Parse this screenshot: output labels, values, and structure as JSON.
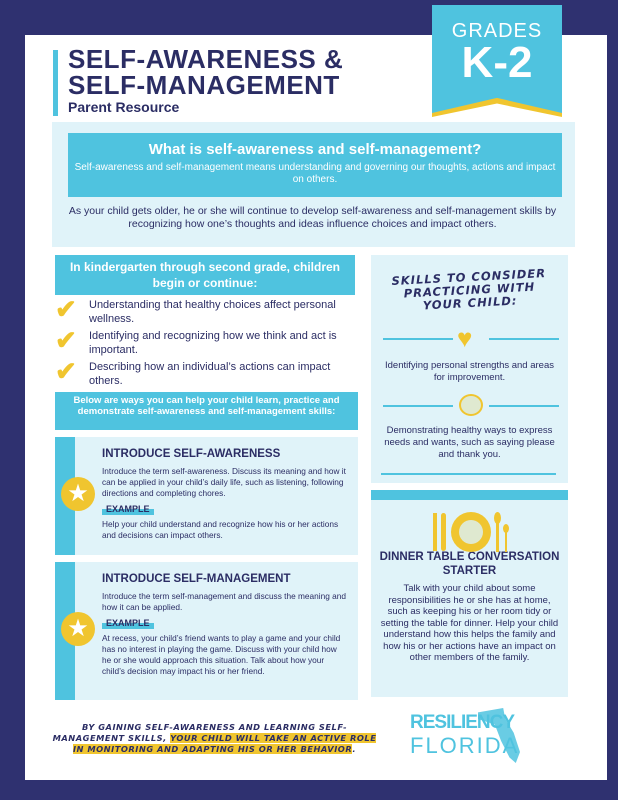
{
  "header": {
    "title_line1": "SELF-AWARENESS &",
    "title_line2": "SELF-MANAGEMENT",
    "subtitle": "Parent Resource",
    "grades_label": "GRADES",
    "grades_value": "K-2"
  },
  "what": {
    "heading": "What is self-awareness and self-management?",
    "definition": "Self-awareness and self-management means understanding and governing our thoughts, actions and impact on others.",
    "intro": "As your child gets older, he or she will continue to develop self-awareness and self-management skills by recognizing how one’s thoughts and ideas influence choices and impact others."
  },
  "kindergarten": {
    "heading": "In kindergarten through second grade, children begin or continue:",
    "items": [
      "Understanding that healthy choices affect personal wellness.",
      "Identifying and recognizing how we think and act is important.",
      "Describing how an individual’s actions can impact others."
    ]
  },
  "ways": {
    "heading": "Below are ways you can help your child learn, practice and demonstrate self-awareness and self-management skills:"
  },
  "cards": [
    {
      "title": "INTRODUCE SELF-AWARENESS",
      "text": "Introduce the term self-awareness. Discuss its meaning and how it can be applied in your child’s daily life, such as listening, following directions and completing chores.",
      "example_label": "EXAMPLE",
      "example": "Help your child understand and recognize how his or her actions and decisions can impact others."
    },
    {
      "title": "INTRODUCE SELF-MANAGEMENT",
      "text": "Introduce the term self-management and discuss the meaning and how it can be applied.",
      "example_label": "EXAMPLE",
      "example": "At recess, your child’s friend wants to play a game and your child has no interest in playing the game. Discuss with your child how he or she would approach this situation. Talk about how your child’s decision may impact his or her friend."
    }
  ],
  "skills": {
    "heading": "SKILLS TO CONSIDER PRACTICING WITH YOUR CHILD:",
    "items": [
      {
        "icon": "heart-icon",
        "text": "Identifying personal strengths and areas for improvement."
      },
      {
        "icon": "speech-bubble-icon",
        "text": "Demonstrating healthy ways to express needs and wants, such as saying please and thank you."
      }
    ]
  },
  "dinner": {
    "heading": "DINNER TABLE CONVERSATION STARTER",
    "text": "Talk with your child about some responsibilities he or she has at home, such as keeping his or her room tidy or setting the table for dinner. Help your child understand how this helps the family and how his or her actions have an impact on other members of the family."
  },
  "footer": {
    "text_plain": "BY GAINING SELF-AWARENESS AND LEARNING SELF-MANAGEMENT SKILLS, ",
    "text_highlight": "YOUR CHILD WILL TAKE AN ACTIVE ROLE IN MONITORING AND ADAPTING HIS OR HER BEHAVIOR",
    "text_end": ".",
    "logo_line1": "RESILIENCY",
    "logo_line2": "FLORIDA"
  },
  "colors": {
    "navy": "#2f3170",
    "cyan": "#4fc3df",
    "light": "#e0f3f9",
    "yellow": "#f0c52f"
  }
}
